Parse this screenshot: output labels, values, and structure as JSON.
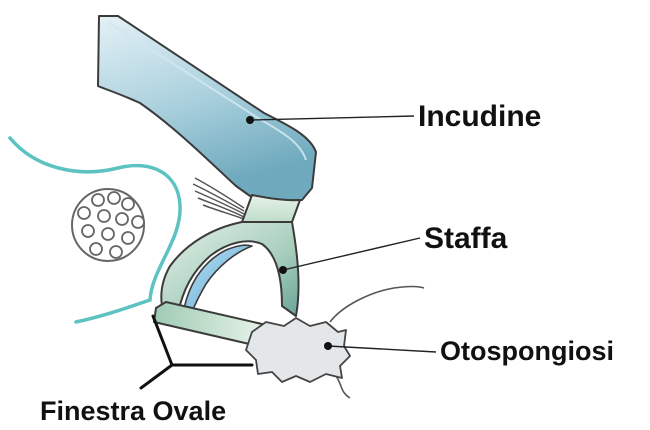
{
  "labels": {
    "incudine": "Incudine",
    "staffa": "Staffa",
    "otospongiosi": "Otospongiosi",
    "finestra_ovale": "Finestra Ovale"
  },
  "colors": {
    "incus_top": "#dfeef4",
    "incus_bottom": "#7fb6c8",
    "stapes_light": "#d8eadc",
    "stapes_dark": "#6fa89a",
    "stapes_inner": "#8ec6e6",
    "membrane": "#5fc6c4",
    "otosclerosis": "#e3e6e8",
    "outline": "#2a2a2a"
  }
}
